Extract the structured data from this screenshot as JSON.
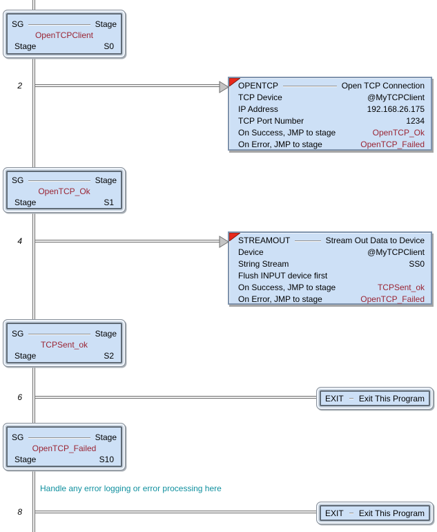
{
  "colors": {
    "box_fill": "#cde0f6",
    "stage_reference_text": "#9a2433",
    "comment_text": "#0e8f9e",
    "flag_red": "#e8291c"
  },
  "rungs": [
    {
      "number": "2"
    },
    {
      "number": "4"
    },
    {
      "number": "6"
    },
    {
      "number": "8"
    }
  ],
  "sg_boxes": [
    {
      "mnemonic": "SG",
      "type_label": "Stage",
      "name": "OpenTCPClient",
      "param_label": "Stage",
      "param_value": "S0"
    },
    {
      "mnemonic": "SG",
      "type_label": "Stage",
      "name": "OpenTCP_Ok",
      "param_label": "Stage",
      "param_value": "S1"
    },
    {
      "mnemonic": "SG",
      "type_label": "Stage",
      "name": "TCPSent_ok",
      "param_label": "Stage",
      "param_value": "S2"
    },
    {
      "mnemonic": "SG",
      "type_label": "Stage",
      "name": "OpenTCP_Failed",
      "param_label": "Stage",
      "param_value": "S10"
    }
  ],
  "instructions": [
    {
      "mnemonic": "OPENTCP",
      "title": "Open TCP Connection",
      "params": [
        {
          "label": "TCP Device",
          "value": "@MyTCPClient"
        },
        {
          "label": "IP Address",
          "value": "192.168.26.175"
        },
        {
          "label": "TCP Port Number",
          "value": "1234"
        },
        {
          "label": "On Success, JMP to stage",
          "value": "OpenTCP_Ok"
        },
        {
          "label": "On Error, JMP to stage",
          "value": "OpenTCP_Failed"
        }
      ]
    },
    {
      "mnemonic": "STREAMOUT",
      "title": "Stream Out Data to Device",
      "params": [
        {
          "label": "Device",
          "value": "@MyTCPClient"
        },
        {
          "label": "String Stream",
          "value": "SS0"
        },
        {
          "label": "Flush INPUT device first",
          "value": ""
        },
        {
          "label": "On Success, JMP to stage",
          "value": "TCPSent_ok"
        },
        {
          "label": "On Error, JMP to stage",
          "value": "OpenTCP_Failed"
        }
      ]
    }
  ],
  "exits": [
    {
      "mnemonic": "EXIT",
      "title": "Exit This Program"
    },
    {
      "mnemonic": "EXIT",
      "title": "Exit This Program"
    }
  ],
  "comment": {
    "text": "Handle any error logging or error processing here"
  }
}
